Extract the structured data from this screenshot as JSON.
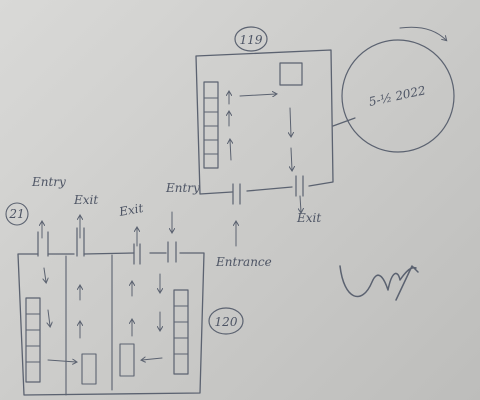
{
  "sheet": {
    "label_119": "119",
    "label_120": "120",
    "label_21": "21",
    "date_text": "5-½ 2022",
    "entry_left": "Entry",
    "exit_left": "Exit",
    "exit_mid": "Exit",
    "entry_mid": "Entry",
    "exit_top": "Exit",
    "entrance": "Entrance"
  },
  "ink_color": "#5b6270"
}
